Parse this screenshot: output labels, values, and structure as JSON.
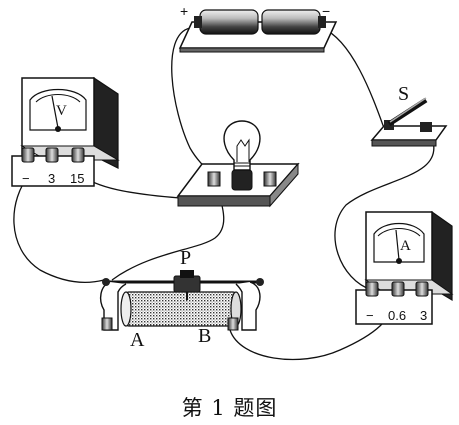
{
  "battery": {
    "plus_label": "+",
    "minus_label": "−"
  },
  "switch": {
    "label": "S"
  },
  "voltmeter": {
    "dial_label": "V",
    "terminal_labels": [
      "−",
      "3",
      "15"
    ]
  },
  "ammeter": {
    "dial_label": "A",
    "terminal_labels": [
      "−",
      "0.6",
      "3"
    ]
  },
  "rheostat": {
    "slider_label": "P",
    "end_a_label": "A",
    "end_b_label": "B"
  },
  "caption": "第 1 题图"
}
